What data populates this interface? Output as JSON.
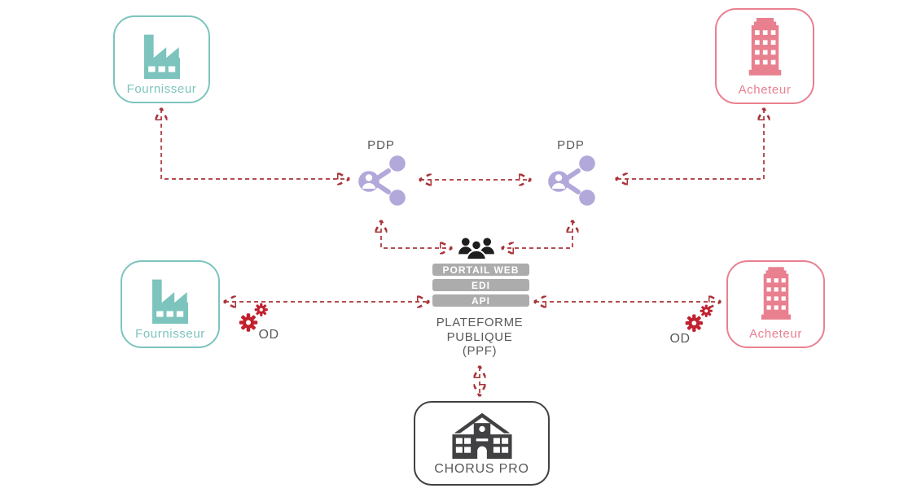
{
  "colors": {
    "teal": "#7CC4BD",
    "pink": "#E9808F",
    "purple": "#B3A8DA",
    "red": "#A93439",
    "gear": "#C2202F",
    "bar_gray": "#ACACAC",
    "dark": "#58595B",
    "icon_dark": "#1E1E1E",
    "chorus_dark": "#414042"
  },
  "nodes": {
    "fournisseur_top": {
      "label": "Fournisseur"
    },
    "acheteur_top": {
      "label": "Acheteur"
    },
    "fournisseur_mid": {
      "label": "Fournisseur"
    },
    "acheteur_mid": {
      "label": "Acheteur"
    },
    "pdp_left": {
      "label": "PDP"
    },
    "pdp_right": {
      "label": "PDP"
    },
    "od_left": {
      "label": "OD"
    },
    "od_right": {
      "label": "OD"
    },
    "ppf": {
      "channels": [
        "PORTAIL WEB",
        "EDI",
        "API"
      ],
      "name_lines": [
        "PLATEFORME",
        "PUBLIQUE",
        "(PPF)"
      ]
    },
    "chorus": {
      "label": "CHORUS PRO"
    }
  }
}
